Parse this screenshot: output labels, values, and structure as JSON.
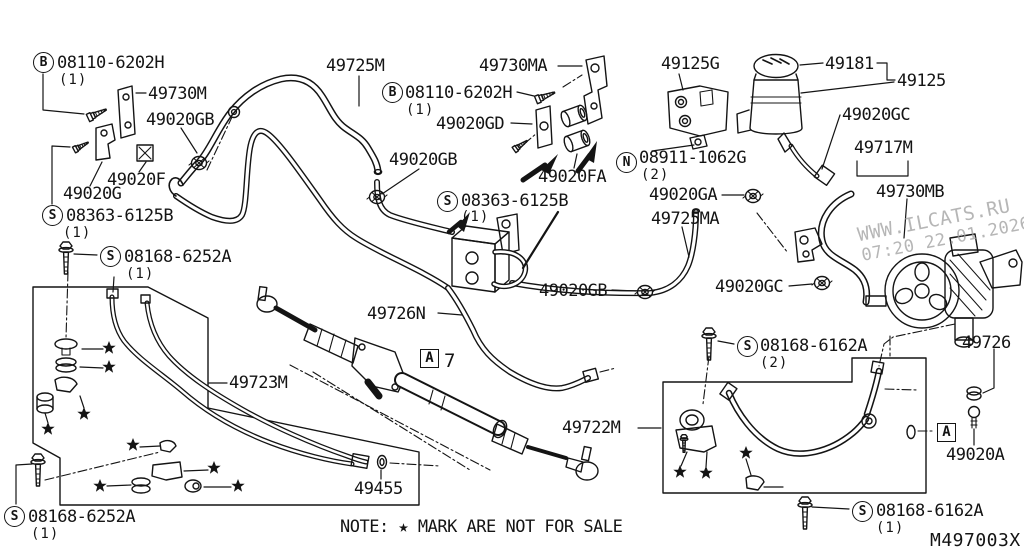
{
  "diagram": {
    "id": "M497003X",
    "note": "NOTE: ★ MARK ARE NOT FOR SALE",
    "watermark_line1": "WWW.ILCATS.RU",
    "watermark_line2": "07:20 22.01.2026",
    "marker_letter": "A",
    "marker_suffix": "7"
  },
  "labels": {
    "b1": {
      "letter": "B",
      "text": "08110-6202H",
      "qty": "(1)"
    },
    "l49730m": {
      "text": "49730M"
    },
    "l49020gb_a": {
      "text": "49020GB"
    },
    "l49020f": {
      "text": "49020F"
    },
    "l49020g": {
      "text": "49020G"
    },
    "s1": {
      "letter": "S",
      "text": "08363-6125B",
      "qty": "(1)"
    },
    "l49725m": {
      "text": "49725M"
    },
    "l49730ma": {
      "text": "49730MA"
    },
    "b2": {
      "letter": "B",
      "text": "08110-6202H",
      "qty": "(1)"
    },
    "l49020gd": {
      "text": "49020GD"
    },
    "l49020fa": {
      "text": "49020FA"
    },
    "s2": {
      "letter": "S",
      "text": "08363-6125B",
      "qty": "(1)"
    },
    "l49020gb_b": {
      "text": "49020GB"
    },
    "l49020gb_c": {
      "text": "49020GB"
    },
    "l49726n": {
      "text": "49726N"
    },
    "l49125g": {
      "text": "49125G"
    },
    "l49181": {
      "text": "49181"
    },
    "l49125": {
      "text": "49125"
    },
    "l49020gc_a": {
      "text": "49020GC"
    },
    "n1": {
      "letter": "N",
      "text": "08911-1062G",
      "qty": "(2)"
    },
    "l49020ga": {
      "text": "49020GA"
    },
    "l49717m": {
      "text": "49717M"
    },
    "l49725ma": {
      "text": "49725MA"
    },
    "l49730mb": {
      "text": "49730MB"
    },
    "l49020gc_b": {
      "text": "49020GC"
    },
    "l49726": {
      "text": "49726"
    },
    "s3": {
      "letter": "S",
      "text": "08168-6162A",
      "qty": "(2)"
    },
    "s4": {
      "letter": "S",
      "text": "08168-6162A",
      "qty": "(1)"
    },
    "l49722m": {
      "text": "49722M"
    },
    "l49020a": {
      "text": "49020A"
    },
    "s5": {
      "letter": "S",
      "text": "08168-6252A",
      "qty": "(1)"
    },
    "s6": {
      "letter": "S",
      "text": "08168-6252A",
      "qty": "(1)"
    },
    "l49723m": {
      "text": "49723M"
    },
    "l49455": {
      "text": "49455"
    }
  },
  "colors": {
    "line": "#141414",
    "background": "#ffffff",
    "watermark": "#9e9e9e"
  }
}
